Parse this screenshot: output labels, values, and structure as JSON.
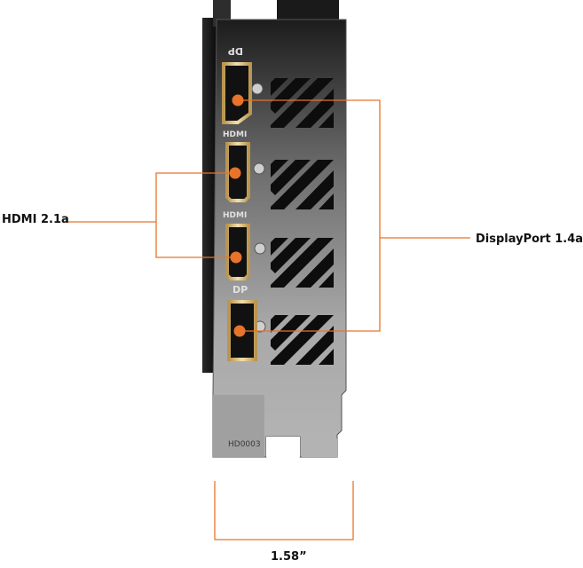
{
  "callouts": {
    "hdmi": "HDMI 2.1a",
    "displayport": "DisplayPort 1.4a"
  },
  "port_labels": {
    "dp_top": "DP",
    "hdmi_1": "HDMI",
    "hdmi_2": "HDMI",
    "dp_bottom": "DP"
  },
  "bracket_code": "HD0003",
  "dimension": {
    "width": "1.58”"
  },
  "colors": {
    "accent": "#e8732a",
    "bracket": "#9a9a9a",
    "bracket_dark": "#3a3a3a"
  }
}
